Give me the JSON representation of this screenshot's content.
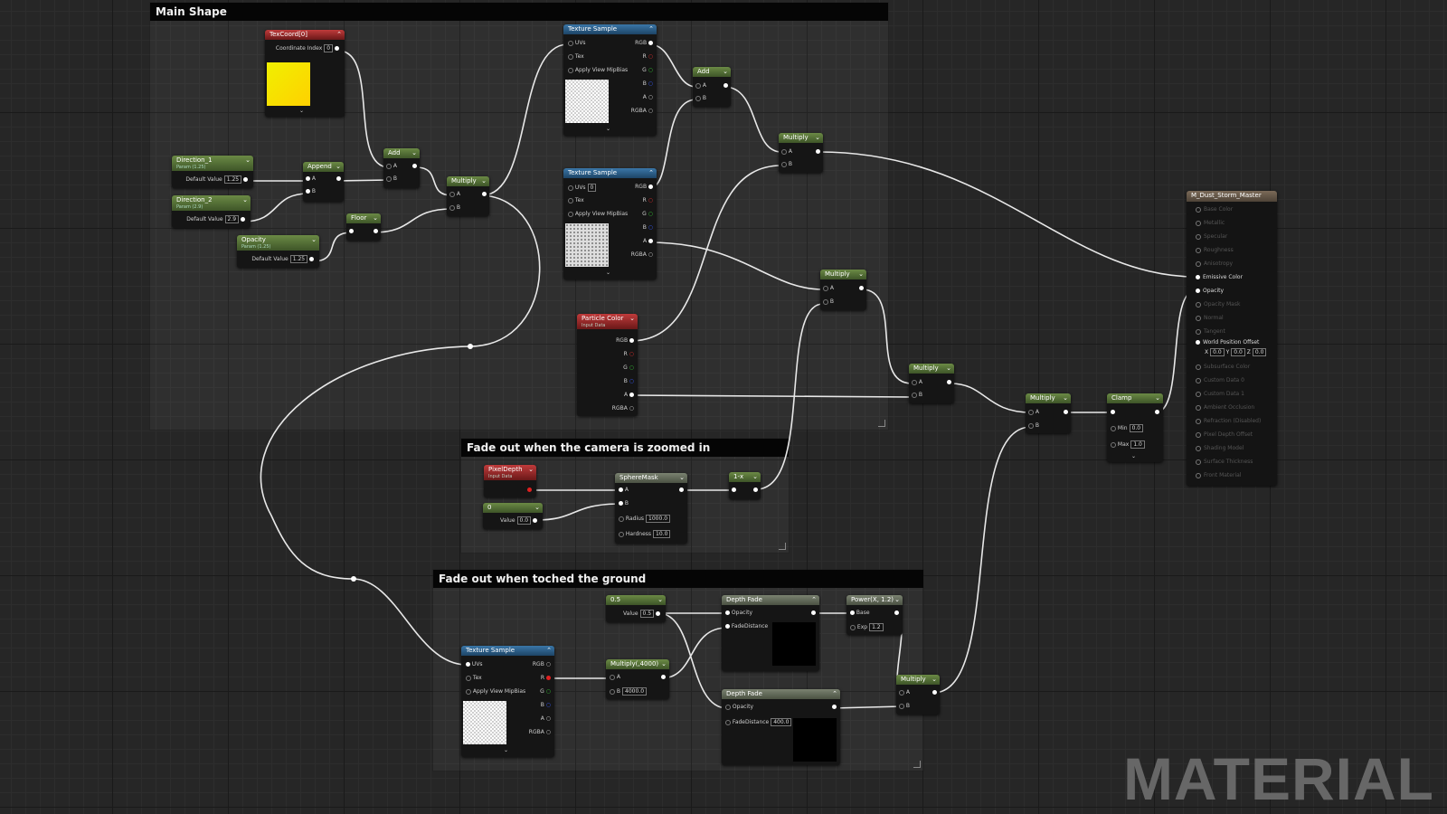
{
  "comments": {
    "main_shape": "Main Shape",
    "camera_fade": "Fade out when the camera is zoomed in",
    "ground_fade": "Fade out when toched the ground"
  },
  "nodes": {
    "texcoord": {
      "title": "TexCoord[0]",
      "pin": "Coordinate Index",
      "value": "0"
    },
    "direction1": {
      "title": "Direction_1",
      "sub": "Param (1.25)",
      "pin": "Default Value",
      "value": "1.25"
    },
    "direction2": {
      "title": "Direction_2",
      "sub": "Param (2.9)",
      "pin": "Default Value",
      "value": "2.9"
    },
    "opacity": {
      "title": "Opacity",
      "sub": "Param (1.25)",
      "pin": "Default Value",
      "value": "1.25"
    },
    "append": {
      "title": "Append",
      "a": "A",
      "b": "B"
    },
    "add1": {
      "title": "Add",
      "a": "A",
      "b": "B"
    },
    "floor": {
      "title": "Floor"
    },
    "multiply1": {
      "title": "Multiply",
      "a": "A",
      "b": "B"
    },
    "texsample1": {
      "title": "Texture Sample",
      "uvs": "UVs",
      "tex": "Tex",
      "mip": "Apply View MipBias",
      "rgb": "RGB",
      "r": "R",
      "g": "G",
      "bch": "B",
      "a": "A",
      "rgba": "RGBA"
    },
    "texsample2": {
      "title": "Texture Sample",
      "uvs": "UVs",
      "uvs_val": "0",
      "tex": "Tex",
      "mip": "Apply View MipBias",
      "rgb": "RGB",
      "r": "R",
      "g": "G",
      "bch": "B",
      "a": "A",
      "rgba": "RGBA"
    },
    "add2": {
      "title": "Add",
      "a": "A",
      "b": "B"
    },
    "multiply2": {
      "title": "Multiply",
      "a": "A",
      "b": "B"
    },
    "particlecolor": {
      "title": "Particle Color",
      "sub": "Input Data",
      "rgb": "RGB",
      "r": "R",
      "g": "G",
      "bch": "B",
      "a": "A",
      "rgba": "RGBA"
    },
    "multiply3": {
      "title": "Multiply",
      "a": "A",
      "b": "B"
    },
    "multiply4": {
      "title": "Multiply",
      "a": "A",
      "b": "B"
    },
    "multiply5": {
      "title": "Multiply",
      "a": "A",
      "b": "B"
    },
    "clamp": {
      "title": "Clamp",
      "min": "Min",
      "min_val": "0.0",
      "max": "Max",
      "max_val": "1.0"
    },
    "pixeldepth": {
      "title": "PixelDepth",
      "sub": "Input Data"
    },
    "zero": {
      "title": "0",
      "pin": "Value",
      "value": "0.0"
    },
    "spheremask": {
      "title": "SphereMask",
      "a": "A",
      "b": "B",
      "radius": "Radius",
      "radius_val": "1000.0",
      "hardness": "Hardness",
      "hardness_val": "10.0"
    },
    "oneminus": {
      "title": "1-x"
    },
    "half": {
      "title": "0.5",
      "pin": "Value",
      "value": "0.5"
    },
    "depthfade1": {
      "title": "Depth Fade",
      "opacity": "Opacity",
      "fade": "FadeDistance"
    },
    "power": {
      "title": "Power(X, 1.2)",
      "base": "Base",
      "exp": "Exp",
      "exp_val": "1.2"
    },
    "texsample3": {
      "title": "Texture Sample",
      "uvs": "UVs",
      "tex": "Tex",
      "mip": "Apply View MipBias",
      "rgb": "RGB",
      "r": "R",
      "g": "G",
      "bch": "B",
      "a": "A",
      "rgba": "RGBA"
    },
    "multiply4000": {
      "title": "Multiply(,4000)",
      "a": "A",
      "b": "B",
      "b_val": "4000.0"
    },
    "depthfade2": {
      "title": "Depth Fade",
      "opacity": "Opacity",
      "fade": "FadeDistance",
      "fade_val": "400.0"
    },
    "multiply6": {
      "title": "Multiply",
      "a": "A",
      "b": "B"
    }
  },
  "material": {
    "title": "M_Dust_Storm_Master",
    "inputs": [
      "Base Color",
      "Metallic",
      "Specular",
      "Roughness",
      "Anisotropy",
      "Emissive Color",
      "Opacity",
      "Opacity Mask",
      "Normal",
      "Tangent",
      "World Position Offset",
      "Subsurface Color",
      "Custom Data 0",
      "Custom Data 1",
      "Ambient Occlusion",
      "Refraction (Disabled)",
      "Pixel Depth Offset",
      "Shading Model",
      "Surface Thickness",
      "Front Material"
    ],
    "wpo": {
      "x": "X",
      "x_val": "0.0",
      "y": "Y",
      "y_val": "0.0",
      "z": "Z",
      "z_val": "0.0"
    }
  },
  "watermark": "MATERIAL",
  "colors": {
    "accent_green": "#5b7a3a",
    "accent_red": "#b03030",
    "accent_blue": "#2f6a9a",
    "wire": "#e8e8e8",
    "background": "#262626"
  }
}
